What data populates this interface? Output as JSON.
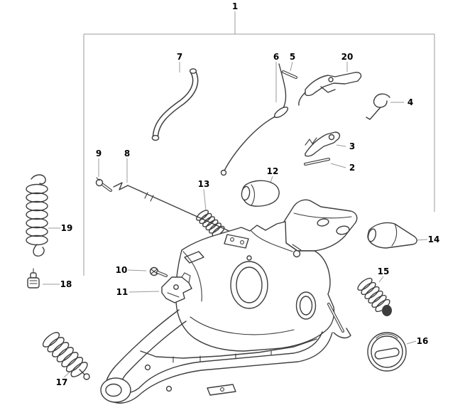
{
  "figure": {
    "background": "#ffffff",
    "line_color": "#3d3d3d",
    "leader_color": "#9b9b9b",
    "label_color": "#000000"
  },
  "callouts": [
    {
      "number": "1"
    },
    {
      "number": "2"
    },
    {
      "number": "3"
    },
    {
      "number": "4"
    },
    {
      "number": "5"
    },
    {
      "number": "6"
    },
    {
      "number": "7"
    },
    {
      "number": "8"
    },
    {
      "number": "9"
    },
    {
      "number": "10"
    },
    {
      "number": "11"
    },
    {
      "number": "12"
    },
    {
      "number": "13"
    },
    {
      "number": "14"
    },
    {
      "number": "15"
    },
    {
      "number": "16"
    },
    {
      "number": "17"
    },
    {
      "number": "18"
    },
    {
      "number": "19"
    },
    {
      "number": "20"
    }
  ]
}
